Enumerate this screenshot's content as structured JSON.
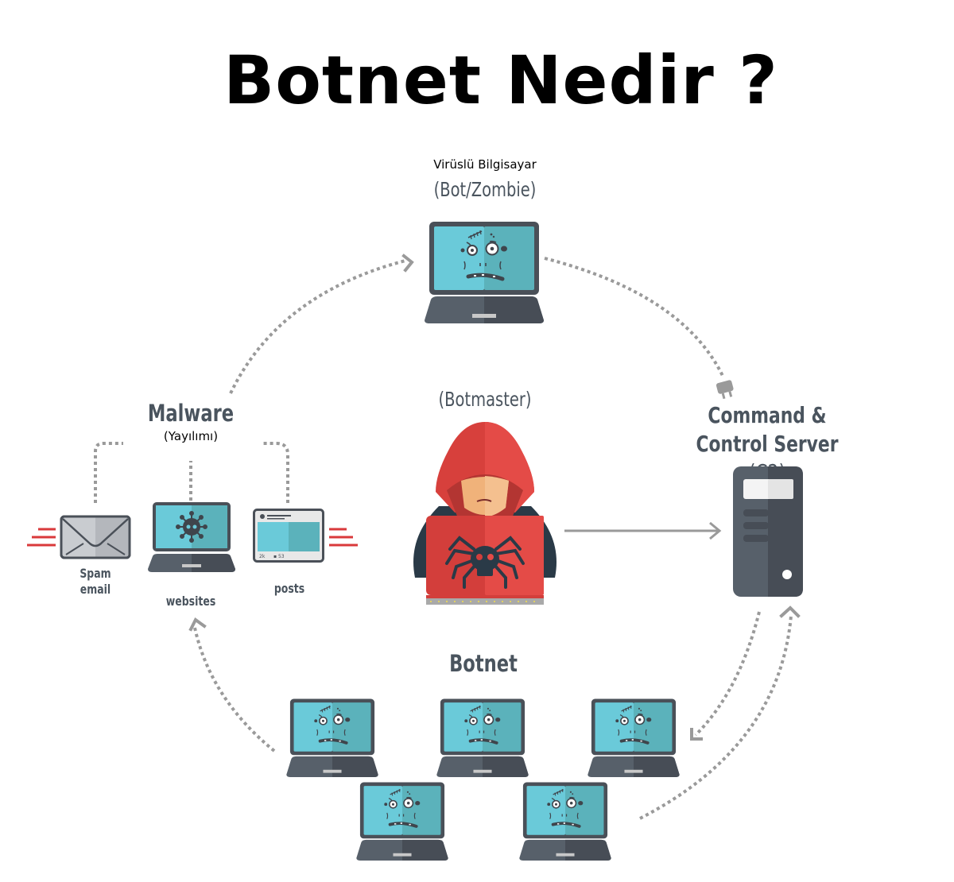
{
  "title": "Botnet Nedir ?",
  "nodes": {
    "bot": {
      "caption": "Virüslü Bilgisayar",
      "label": "(Bot/Zombie)"
    },
    "botmaster": {
      "label": "(Botmaster)"
    },
    "c2": {
      "line1": "Command &",
      "line2": "Control Server",
      "suffix": "(C2)"
    },
    "malware": {
      "label": "Malware",
      "sublabel": "(Yayılımı)"
    },
    "botnet": {
      "label": "Botnet"
    }
  },
  "malware_vectors": [
    {
      "line1": "Spam",
      "line2": "email",
      "icon": "envelope-icon"
    },
    {
      "line1": "websites",
      "icon": "virus-laptop-icon"
    },
    {
      "line1": "posts",
      "icon": "social-post-icon",
      "likes": "2k",
      "comments": "53"
    }
  ],
  "colors": {
    "screen_light": "#6acad9",
    "screen_dark": "#5bb2bb",
    "laptop_frame": "#4a5058",
    "laptop_base_light": "#57606a",
    "laptop_base_dark": "#474d56",
    "hood_red": "#e04a45",
    "hood_dark": "#b83a37",
    "body_navy": "#2a3a47",
    "arrow_gray": "#9a9a9a",
    "accent_red": "#d9393b",
    "label_gray": "#4a545e"
  }
}
